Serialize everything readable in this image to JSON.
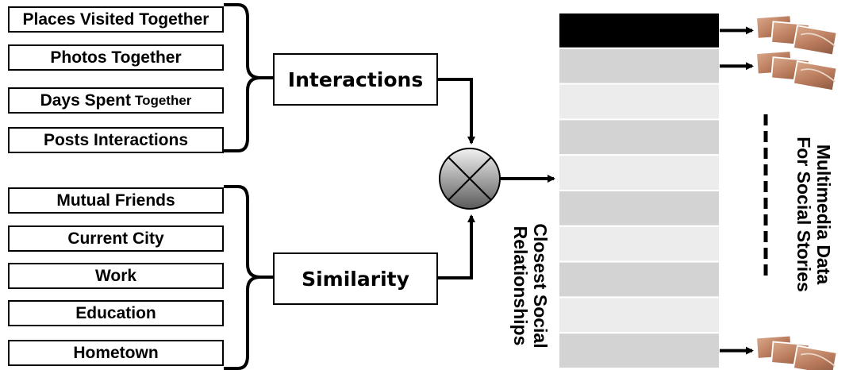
{
  "interaction_features": [
    {
      "label": "Places Visited Together",
      "suffix": ""
    },
    {
      "label": "Photos Together",
      "suffix": ""
    },
    {
      "label": "Days Spent",
      "suffix": "Together"
    },
    {
      "label": "Posts Interactions",
      "suffix": ""
    }
  ],
  "similarity_features": [
    "Mutual Friends",
    "Current City",
    "Work",
    "Education",
    "Hometown"
  ],
  "groups": {
    "interactions": "Interactions",
    "similarity": "Similarity"
  },
  "ranking": {
    "label_line1": "Closest Social",
    "label_line2": "Relationships",
    "rows": 10,
    "highlighted_row": 1,
    "colors": {
      "top": "#000000",
      "dark": "#d3d3d3",
      "light": "#ececec",
      "border": "#ffffff"
    }
  },
  "multimedia": {
    "label_line1": "Multimedia Data",
    "label_line2": "For Social Stories",
    "linked_rows": [
      1,
      2,
      10
    ],
    "thumbnail_icon": "photo-stack-icon"
  },
  "combiner": {
    "icon": "multiply-circle-icon",
    "fill_top": "#f2f2f2",
    "fill_bottom": "#5a5a5a"
  }
}
